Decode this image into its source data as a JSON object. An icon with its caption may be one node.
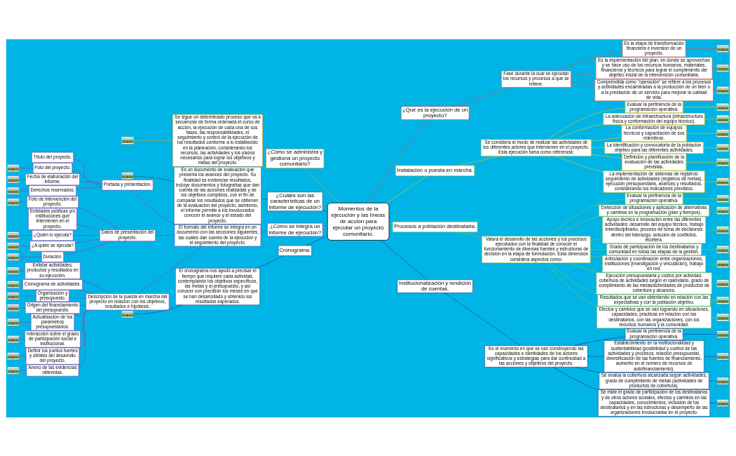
{
  "diagram": {
    "nodes": [
      {
        "text": [
          "Momentos de la ejecución y las líneas de acción para ejecutar un proyecto comunitario."
        ]
      },
      {
        "text": [
          "¿Qué es la ejecución de un proyecto?"
        ]
      },
      {
        "text": [
          "Fase durante la cual se ejecutan los recursos y procesos a que se refiere."
        ]
      },
      {
        "text": [
          "Es la etapa de transformación financiera e inversión de un proyecto."
        ]
      },
      {
        "text": [],
        "shape": "picture"
      },
      {
        "text": [
          "Es la implementación del plan, en donde se aprovechan y se hace uso de los recursos humanos, materiales, financieros y técnicos para lograr el cumplimiento del objetivo inicial de la intervención comunitaria."
        ]
      },
      {
        "text": [],
        "shape": "picture"
      },
      {
        "text": [
          "Comprendida como \"operación\" se refiere a los procesos y actividades encaminadas a la producción de un bien o a la prestación de un servicio para mejorar la calidad de vida."
        ]
      },
      {
        "text": [],
        "shape": "picture"
      },
      {
        "text": [
          "Instalación o puesta en marcha."
        ]
      },
      {
        "text": [
          "Se considera el modo de realizar las actividades de los diferentes actores que intervienen en el proyecto. Esta ejecución toma como referencia:"
        ]
      },
      {
        "text": [
          "Evaluar la pertinencia de la programación operativa."
        ]
      },
      {
        "text": [],
        "shape": "picture"
      },
      {
        "text": [
          "La adecuación de infraestructura (infraestructura física y conformación del equipo técnico)."
        ]
      },
      {
        "text": [],
        "shape": "picture"
      },
      {
        "text": [
          "La conformación de equipos técnicos y capacitación de sus miembros."
        ]
      },
      {
        "text": [],
        "shape": "picture"
      },
      {
        "text": [
          "La identificación y convocatoria de la población objetivo para las diferentes actividades."
        ]
      },
      {
        "text": [],
        "shape": "picture"
      },
      {
        "text": [
          "Definición y planificación de la evaluación de las actividades previstas."
        ]
      },
      {
        "text": [],
        "shape": "picture"
      },
      {
        "text": [
          "La implementación de sistemas de registros: seguimiento de actividades (registros de metas), ejecución presupuestaria, avances y resultados, considerando los indicadores previstos."
        ]
      },
      {
        "text": [],
        "shape": "picture"
      },
      {
        "text": [
          "Procesos a población destinataria."
        ]
      },
      {
        "text": [
          "Valora el desarrollo de las acciones y los procesos ejecutados con la finalidad de conocer el funcionamiento de diversas fuentes y estructuras de decisión en la etapa de formulación. Esta dimensión considera aspectos como:"
        ]
      },
      {
        "text": [
          "Evaluar la pertinencia de la programación operativa."
        ]
      },
      {
        "text": [],
        "shape": "picture"
      },
      {
        "text": [
          "Detección de situaciones y aplicación de alternativas y cambios en la programación (plan y tiempos)."
        ]
      },
      {
        "text": [],
        "shape": "picture"
      },
      {
        "text": [
          "Apoyo técnico e innovación entre las diferentes actividades: desarrollo del equipo técnico, trabajo interdisciplinario, proceso de toma de decisiones dentro del liderazgo, solución de conflictos, etcétera."
        ]
      },
      {
        "text": [],
        "shape": "picture"
      },
      {
        "text": [
          "Grado de participación de los destinatarios y comunidad en todas las etapas de la gestión."
        ]
      },
      {
        "text": [],
        "shape": "picture"
      },
      {
        "text": [
          "Articulación y coordinación entre organizaciones, instituciones (investigación y vinculación), trabajo en red."
        ]
      },
      {
        "text": [],
        "shape": "picture"
      },
      {
        "text": [
          "Ejecución presupuestaria y costos por actividad, cobertura de actividades según el calendario, grado de cumplimiento de las metas/actividades de productos de cobertura y alcances."
        ]
      },
      {
        "text": [],
        "shape": "picture"
      },
      {
        "text": [
          "Resultados que se van obteniendo en relación con las expectativas y con la población objetivo."
        ]
      },
      {
        "text": [],
        "shape": "picture"
      },
      {
        "text": [
          "Efectos y cambios que se van logrando en situaciones, capacidades, prácticas en relación con los destinatarios, con las organizaciones, con los recursos humanos y la comunidad."
        ]
      },
      {
        "text": [],
        "shape": "picture"
      },
      {
        "text": [
          "Institucionalización y rendición de cuentas."
        ]
      },
      {
        "text": [
          "Es el momento en que se van construyendo las capacidades e identidades de los actores significativos y estrategias para dar continuidad a las acciones y objetivos del proyecto."
        ]
      },
      {
        "text": [
          "Evaluar la pertinencia de la programación operativa."
        ]
      },
      {
        "text": [],
        "shape": "picture"
      },
      {
        "text": [
          "Establecimiento en la institucionalidad y sustentabilidad (posibilidad y control de las actividades y procesos, relación presupuestal, diversificación de las fuentes de financiamiento, aumento en el número de recursos de autofinanciamiento)."
        ]
      },
      {
        "text": [],
        "shape": "picture"
      },
      {
        "text": [
          "Se evalúa la cobertura alcanzada según actividades, grado de cumplimiento de metas (actividades de productos de cobertura)."
        ]
      },
      {
        "text": [],
        "shape": "picture"
      },
      {
        "text": [
          "Se mide el grado de participación de los destinatarios y de otros actores sociales, efectos y cambios en las capacidades, conocimientos, inclusión de los destinatarios y en las estructuras y desempeño de las organizaciones involucradas en el proyecto."
        ]
      },
      {
        "text": [],
        "shape": "picture"
      },
      {
        "text": [
          "¿Cómo se administra y gestiona un proyecto comunitario?"
        ]
      },
      {
        "text": [
          "Se sigue un determinado proceso que va a secuenciar de forma ordenada el curso de acción, la ejecución de cada una de sus fases, las responsabilidades, el seguimiento y control de la ejecución de los resultados conforme a lo establecido en la planeación, considerando los recursos, las actividades y los plazos necesarios para lograr los objetivos y metas del proyecto."
        ]
      },
      {
        "text": [],
        "shape": "picture"
      },
      {
        "text": [
          "¿Cuáles son las características de un informe de ejecución?"
        ]
      },
      {
        "text": [
          "Es un documento de evaluación que presenta los avances del proyecto. Su finalidad es evidenciar resultados, incluye documentos y fotografías que dan cuenta de las acciones realizadas y de los objetivos cumplidos, con el fin de comparar los resultados que se obtienen de la evaluación del proyecto; asimismo, el informe permite a los involucrados conocer el avance y el estado del proyecto."
        ]
      },
      {
        "text": [],
        "shape": "picture"
      },
      {
        "text": [
          "¿Cómo se integra un informe de ejecución?"
        ]
      },
      {
        "text": [
          "El formato del informe se integra en un documento con las secciones siguientes, las cuales dan cuenta de la ejecución y el seguimiento del proyecto."
        ]
      },
      {
        "text": [
          "Portada y presentación."
        ]
      },
      {
        "text": [
          "Título del proyecto."
        ]
      },
      {
        "text": [
          "Foto del proyecto."
        ]
      },
      {
        "text": [],
        "shape": "picture"
      },
      {
        "text": [
          "Fecha de elaboración del informe."
        ]
      },
      {
        "text": [],
        "shape": "picture"
      },
      {
        "text": [
          "Derechos reservados."
        ]
      },
      {
        "text": [],
        "shape": "picture"
      },
      {
        "text": [
          "Datos de presentación del proyecto."
        ]
      },
      {
        "text": [
          "Foto de intervención del proyecto."
        ]
      },
      {
        "text": [],
        "shape": "picture"
      },
      {
        "text": [
          "Entidades públicas y/o instituciones que intervienen en el proyecto."
        ]
      },
      {
        "text": [
          "¿Quién lo ejecuta?"
        ]
      },
      {
        "text": [],
        "shape": "picture"
      },
      {
        "text": [
          "¿A quién se ejecuta?"
        ]
      },
      {
        "text": [],
        "shape": "picture"
      },
      {
        "text": [
          "Duración."
        ]
      },
      {
        "text": [],
        "shape": "picture"
      },
      {
        "text": [
          "Descripción de la puesta en marcha del proyecto en relación con los objetivos, resultados e hipótesis."
        ]
      },
      {
        "text": [
          "Enlistar actividades, productos y resultados en su ejecución."
        ]
      },
      {
        "text": [],
        "shape": "picture"
      },
      {
        "text": [
          "Cronograma de actividades."
        ]
      },
      {
        "text": [],
        "shape": "picture"
      },
      {
        "text": [
          "Organización y presupuesto."
        ]
      },
      {
        "text": [],
        "shape": "picture"
      },
      {
        "text": [
          "Origen del financiamiento del presupuesto."
        ]
      },
      {
        "text": [],
        "shape": "picture"
      },
      {
        "text": [
          "Actualización de los parámetros presupuestarios."
        ]
      },
      {
        "text": [],
        "shape": "picture"
      },
      {
        "text": [
          "Interacción sobre el grado de participación social e institucional."
        ]
      },
      {
        "text": [],
        "shape": "picture"
      },
      {
        "text": [
          "Definir los puntos fuertes y débiles del desarrollo del proyecto."
        ]
      },
      {
        "text": [],
        "shape": "picture"
      },
      {
        "text": [
          "Anexo de las evidencias obtenidas."
        ]
      },
      {
        "text": [],
        "shape": "picture"
      },
      {
        "text": [
          "Cronograma."
        ]
      },
      {
        "text": [
          "El cronograma nos ayudó a precisar el tiempo que requiere cada actividad, contemplando los objetivos específicos, las metas y el presupuesto, y así conocer con precisión los meses en que se han desarrollado y obtenido los resultados esperados."
        ]
      },
      {
        "text": [],
        "shape": "picture"
      }
    ],
    "edges": [
      {
        "from": 0,
        "to": 1,
        "arrow": "none",
        "color": "#e74c3c"
      },
      {
        "from": 1,
        "to": 2,
        "arrow": "none",
        "color": "#e74c3c"
      },
      {
        "from": 2,
        "to": 3,
        "arrow": "none",
        "color": "#e74c3c"
      },
      {
        "from": 3,
        "to": 4,
        "arrow": "none",
        "color": "#e74c3c"
      },
      {
        "from": 2,
        "to": 5,
        "arrow": "none",
        "color": "#e74c3c"
      },
      {
        "from": 5,
        "to": 6,
        "arrow": "none",
        "color": "#e74c3c"
      },
      {
        "from": 2,
        "to": 7,
        "arrow": "none",
        "color": "#e74c3c"
      },
      {
        "from": 7,
        "to": 8,
        "arrow": "none",
        "color": "#e74c3c"
      },
      {
        "from": 0,
        "to": 9,
        "arrow": "none",
        "color": "#f1c40f"
      },
      {
        "from": 9,
        "to": 10,
        "arrow": "none",
        "color": "#f1c40f"
      },
      {
        "from": 10,
        "to": 11,
        "arrow": "none",
        "color": "#f1c40f"
      },
      {
        "from": 11,
        "to": 12,
        "arrow": "none",
        "color": "#f1c40f"
      },
      {
        "from": 10,
        "to": 13,
        "arrow": "none",
        "color": "#f1c40f"
      },
      {
        "from": 13,
        "to": 14,
        "arrow": "none",
        "color": "#f1c40f"
      },
      {
        "from": 10,
        "to": 15,
        "arrow": "none",
        "color": "#f1c40f"
      },
      {
        "from": 15,
        "to": 16,
        "arrow": "none",
        "color": "#f1c40f"
      },
      {
        "from": 10,
        "to": 17,
        "arrow": "none",
        "color": "#f1c40f"
      },
      {
        "from": 17,
        "to": 18,
        "arrow": "none",
        "color": "#f1c40f"
      },
      {
        "from": 10,
        "to": 19,
        "arrow": "none",
        "color": "#f1c40f"
      },
      {
        "from": 19,
        "to": 20,
        "arrow": "none",
        "color": "#f1c40f"
      },
      {
        "from": 10,
        "to": 21,
        "arrow": "none",
        "color": "#f1c40f"
      },
      {
        "from": 21,
        "to": 22,
        "arrow": "none",
        "color": "#f1c40f"
      },
      {
        "from": 0,
        "to": 23,
        "arrow": "none",
        "color": "#8bc34a"
      },
      {
        "from": 23,
        "to": 24,
        "arrow": "none",
        "color": "#8bc34a"
      },
      {
        "from": 24,
        "to": 25,
        "arrow": "none",
        "color": "#8bc34a"
      },
      {
        "from": 25,
        "to": 26,
        "arrow": "none",
        "color": "#8bc34a"
      },
      {
        "from": 24,
        "to": 27,
        "arrow": "none",
        "color": "#8bc34a"
      },
      {
        "from": 27,
        "to": 28,
        "arrow": "none",
        "color": "#8bc34a"
      },
      {
        "from": 24,
        "to": 29,
        "arrow": "none",
        "color": "#8bc34a"
      },
      {
        "from": 29,
        "to": 30,
        "arrow": "none",
        "color": "#8bc34a"
      },
      {
        "from": 24,
        "to": 31,
        "arrow": "none",
        "color": "#8bc34a"
      },
      {
        "from": 31,
        "to": 32,
        "arrow": "none",
        "color": "#8bc34a"
      },
      {
        "from": 24,
        "to": 33,
        "arrow": "none",
        "color": "#8bc34a"
      },
      {
        "from": 33,
        "to": 34,
        "arrow": "none",
        "color": "#8bc34a"
      },
      {
        "from": 24,
        "to": 35,
        "arrow": "none",
        "color": "#8bc34a"
      },
      {
        "from": 35,
        "to": 36,
        "arrow": "none",
        "color": "#8bc34a"
      },
      {
        "from": 24,
        "to": 37,
        "arrow": "none",
        "color": "#8bc34a"
      },
      {
        "from": 37,
        "to": 38,
        "arrow": "none",
        "color": "#8bc34a"
      },
      {
        "from": 24,
        "to": 39,
        "arrow": "none",
        "color": "#8bc34a"
      },
      {
        "from": 39,
        "to": 40,
        "arrow": "none",
        "color": "#8bc34a"
      },
      {
        "from": 0,
        "to": 41,
        "arrow": "none",
        "color": "#1e3f8f"
      },
      {
        "from": 41,
        "to": 42,
        "arrow": "none",
        "color": "#1e3f8f"
      },
      {
        "from": 42,
        "to": 43,
        "arrow": "none",
        "color": "#1e3f8f"
      },
      {
        "from": 43,
        "to": 44,
        "arrow": "none",
        "color": "#1e3f8f"
      },
      {
        "from": 42,
        "to": 45,
        "arrow": "none",
        "color": "#1e3f8f"
      },
      {
        "from": 45,
        "to": 46,
        "arrow": "none",
        "color": "#1e3f8f"
      },
      {
        "from": 42,
        "to": 47,
        "arrow": "none",
        "color": "#1e3f8f"
      },
      {
        "from": 47,
        "to": 48,
        "arrow": "none",
        "color": "#1e3f8f"
      },
      {
        "from": 42,
        "to": 49,
        "arrow": "none",
        "color": "#1e3f8f"
      },
      {
        "from": 49,
        "to": 50,
        "arrow": "none",
        "color": "#1e3f8f"
      },
      {
        "from": 0,
        "to": 51,
        "arrow": "none",
        "color": "#f39c12"
      },
      {
        "from": 51,
        "to": 52,
        "arrow": "none",
        "color": "#f39c12"
      },
      {
        "from": 52,
        "to": 53,
        "arrow": "none",
        "color": "#f39c12"
      },
      {
        "from": 0,
        "to": 54,
        "arrow": "none",
        "color": "#0e5a6e"
      },
      {
        "from": 54,
        "to": 55,
        "arrow": "none",
        "color": "#0e5a6e"
      },
      {
        "from": 55,
        "to": 56,
        "arrow": "none",
        "color": "#0e5a6e"
      },
      {
        "from": 0,
        "to": 57,
        "arrow": "none"
      },
      {
        "from": 57,
        "to": 58,
        "arrow": "none"
      },
      {
        "from": 58,
        "to": 59,
        "arrow": "none"
      },
      {
        "from": 59,
        "to": 60,
        "arrow": "none"
      },
      {
        "from": 59,
        "to": 61,
        "arrow": "none"
      },
      {
        "from": 61,
        "to": 62,
        "arrow": "none"
      },
      {
        "from": 59,
        "to": 63,
        "arrow": "none"
      },
      {
        "from": 63,
        "to": 64,
        "arrow": "none"
      },
      {
        "from": 59,
        "to": 65,
        "arrow": "none"
      },
      {
        "from": 65,
        "to": 66,
        "arrow": "none"
      },
      {
        "from": 58,
        "to": 67,
        "arrow": "none"
      },
      {
        "from": 67,
        "to": 68,
        "arrow": "none"
      },
      {
        "from": 68,
        "to": 69,
        "arrow": "none"
      },
      {
        "from": 67,
        "to": 70,
        "arrow": "none"
      },
      {
        "from": 67,
        "to": 71,
        "arrow": "none"
      },
      {
        "from": 71,
        "to": 72,
        "arrow": "none"
      },
      {
        "from": 67,
        "to": 73,
        "arrow": "none"
      },
      {
        "from": 73,
        "to": 74,
        "arrow": "none"
      },
      {
        "from": 67,
        "to": 75,
        "arrow": "none"
      },
      {
        "from": 75,
        "to": 76,
        "arrow": "none"
      },
      {
        "from": 58,
        "to": 77,
        "arrow": "none"
      },
      {
        "from": 77,
        "to": 78,
        "arrow": "none"
      },
      {
        "from": 78,
        "to": 79,
        "arrow": "none"
      },
      {
        "from": 77,
        "to": 80,
        "arrow": "none"
      },
      {
        "from": 80,
        "to": 81,
        "arrow": "none"
      },
      {
        "from": 77,
        "to": 82,
        "arrow": "none"
      },
      {
        "from": 82,
        "to": 83,
        "arrow": "none"
      },
      {
        "from": 77,
        "to": 84,
        "arrow": "none"
      },
      {
        "from": 84,
        "to": 85,
        "arrow": "none"
      },
      {
        "from": 77,
        "to": 86,
        "arrow": "none"
      },
      {
        "from": 86,
        "to": 87,
        "arrow": "none"
      },
      {
        "from": 77,
        "to": 88,
        "arrow": "none"
      },
      {
        "from": 88,
        "to": 89,
        "arrow": "none"
      },
      {
        "from": 77,
        "to": 90,
        "arrow": "none"
      },
      {
        "from": 90,
        "to": 91,
        "arrow": "none"
      },
      {
        "from": 77,
        "to": 92,
        "arrow": "none"
      },
      {
        "from": 92,
        "to": 93,
        "arrow": "none"
      },
      {
        "from": 0,
        "to": 94,
        "arrow": "none",
        "color": "#1e3f8f"
      },
      {
        "from": 94,
        "to": 95,
        "arrow": "none",
        "color": "#1e3f8f"
      },
      {
        "from": 95,
        "to": 96,
        "arrow": "none",
        "color": "#1e3f8f"
      }
    ]
  }
}
